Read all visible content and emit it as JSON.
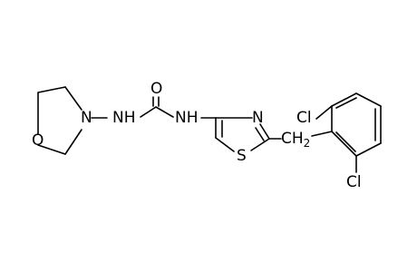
{
  "molecule": {
    "atoms": {
      "morpholine_oxygen": "O",
      "morpholine_nitrogen": "N",
      "hydrazine_nh": "NH",
      "carbonyl_oxygen": "O",
      "amide_nh": "NH",
      "thiazole_nitrogen": "N",
      "thiazole_sulfur": "S",
      "methylene_ch": "CH",
      "methylene_subscript": "2",
      "chlorine_top": "Cl",
      "chlorine_bottom": "Cl"
    },
    "colors": {
      "bond": "#000000",
      "label": "#000000",
      "background": "#ffffff"
    }
  }
}
